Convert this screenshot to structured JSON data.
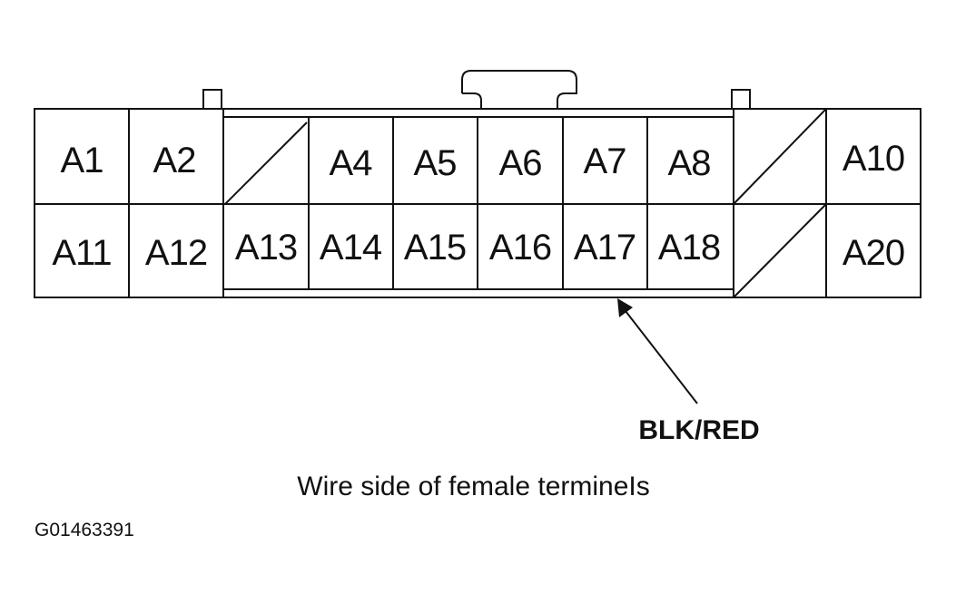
{
  "connector": {
    "pins_row1": [
      "A1",
      "A2",
      "",
      "A4",
      "A5",
      "A6",
      "A7",
      "A8",
      "",
      "A10"
    ],
    "pins_row2": [
      "A11",
      "A12",
      "A13",
      "A14",
      "A15",
      "A16",
      "A17",
      "A18",
      "",
      "A20"
    ]
  },
  "wire_label": "BLK/RED",
  "caption": "Wire side of female termineIs",
  "figure_id": "G01463391"
}
